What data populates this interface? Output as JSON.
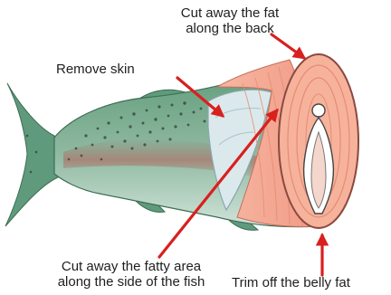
{
  "labels": {
    "fat_back": [
      "Cut away the fat",
      "along the back"
    ],
    "remove_skin": "Remove skin",
    "fatty_side": [
      "Cut away the fatty area",
      "along the side of the fish"
    ],
    "belly_fat": "Trim off the belly fat"
  },
  "colors": {
    "fish_green": "#6fa487",
    "fish_green_light": "#a9ccb7",
    "flesh_salmon": "#f2a08a",
    "flesh_light": "#f9c7b6",
    "skin_flap": "#dbe9ec",
    "arrow_red": "#d8201f",
    "spine": "#ffffff"
  },
  "icons": {
    "fin": "fin-shape",
    "spots": "dot-pattern"
  }
}
